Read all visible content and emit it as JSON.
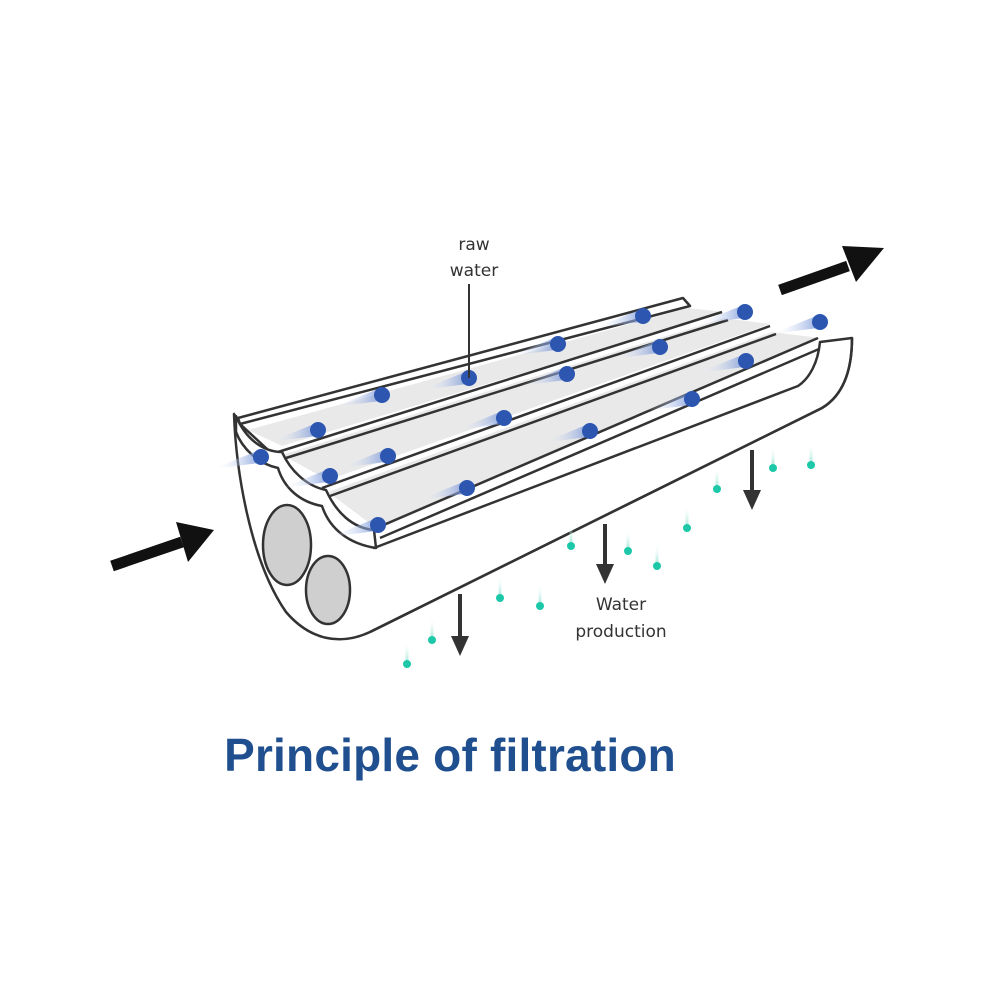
{
  "labels": {
    "raw_water_line1": "raw",
    "raw_water_line2": "water",
    "water_production_line1": "Water",
    "water_production_line2": "production"
  },
  "caption": "Principle of filtration",
  "colors": {
    "caption": "#1f4f8f",
    "raw_water_particle": "#2c56b0",
    "filtered_droplet": "#1cc8a8",
    "arrow": "#111111",
    "membrane_outline": "#333333",
    "channel_fill": "#cfcfcf"
  },
  "icons": {
    "inflow_arrow": "arrow-right-up-icon",
    "outflow_arrow": "arrow-right-up-icon",
    "permeate_arrow": "arrow-down-icon"
  }
}
